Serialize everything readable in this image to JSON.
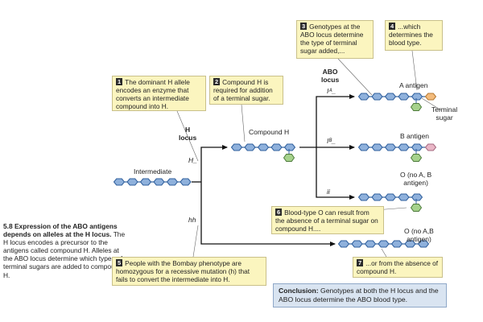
{
  "caption": {
    "heading": "5.8 Expression of the ABO antigens depends on alleles at the H locus.",
    "body": "The H locus encodes a precursor to the antigens called compound H. Alleles at the ABO locus determine which types of terminal sugars are added to compound H."
  },
  "steps": [
    {
      "num": "1",
      "text": "The dominant H allele encodes an enzyme that converts an intermediate compound into H."
    },
    {
      "num": "2",
      "text": "Compound H is required for addition of a terminal sugar."
    },
    {
      "num": "3",
      "text": "Genotypes at the ABO locus determine the type of terminal sugar added,..."
    },
    {
      "num": "4",
      "text": "...which determines the blood type."
    },
    {
      "num": "5",
      "text": "People with the Bombay phenotype are homozygous for a recessive mutation (h) that fails to convert the intermediate into H."
    },
    {
      "num": "6",
      "text": "Blood-type O can result from the absence of a terminal sugar on compound H...."
    },
    {
      "num": "7",
      "text": "...or from the absence of compound H."
    }
  ],
  "labels": {
    "h_locus": "H\nlocus",
    "abo_locus": "ABO\nlocus",
    "intermediate": "Intermediate",
    "compound_h": "Compound H",
    "h_dominant": "H_",
    "hh": "hh",
    "ia": "Iᴬ_",
    "ib": "Iᴮ_",
    "ii": "ii",
    "a_antigen": "A antigen",
    "b_antigen": "B antigen",
    "o_antigen_1": "O (no A, B\nantigen)",
    "o_antigen_2": "O (no A,B\nantigen)",
    "terminal_sugar": "Terminal\nsugar"
  },
  "conclusion": {
    "prefix": "Conclusion:",
    "text": " Genotypes at both the H locus and the ABO locus determine the ABO blood type."
  },
  "colors": {
    "chain_fill": "#8fb1dc",
    "chain_stroke": "#2f5f9c",
    "h_sugar": "#a6d28c",
    "a_sugar": "#f3bb7c",
    "b_sugar": "#e9b6c6",
    "note_bg": "#fbf5bf",
    "conclusion_bg": "#d9e4f1"
  }
}
